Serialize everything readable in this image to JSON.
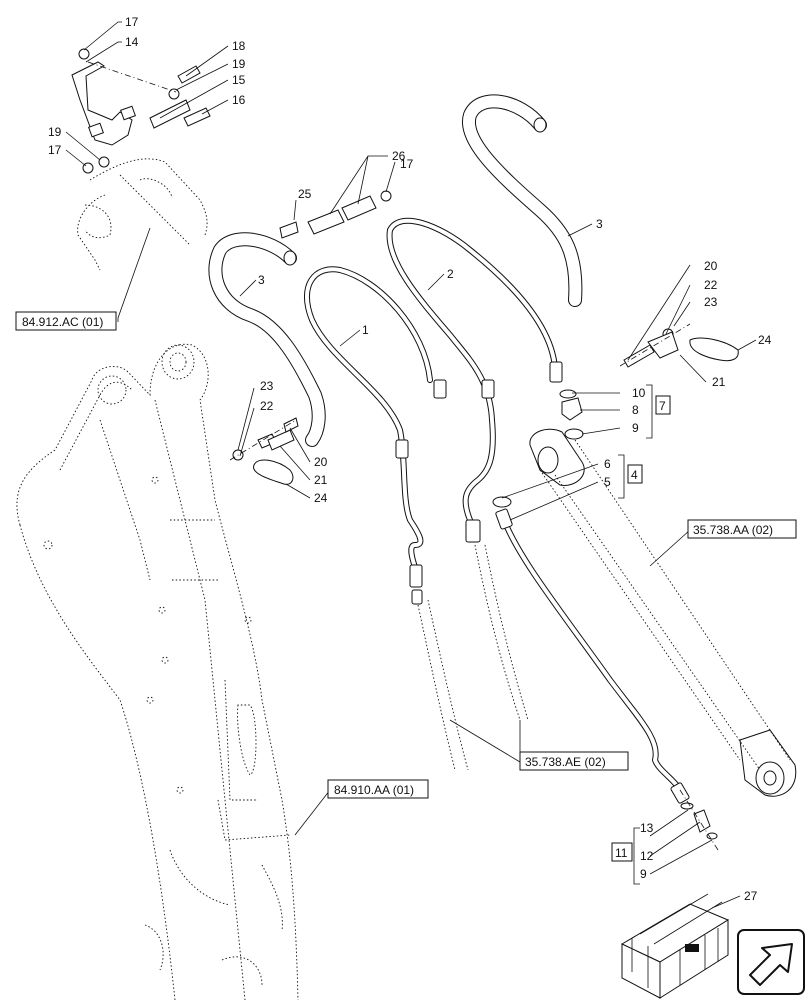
{
  "callouts": {
    "p1": "1",
    "p2": "2",
    "p3a": "3",
    "p3b": "3",
    "p4": "4",
    "p5": "5",
    "p6": "6",
    "p7": "7",
    "p8": "8",
    "p9a": "9",
    "p9b": "9",
    "p10": "10",
    "p11": "11",
    "p12": "12",
    "p13": "13",
    "p14": "14",
    "p15": "15",
    "p16": "16",
    "p17a": "17",
    "p17b": "17",
    "p17c": "17",
    "p18": "18",
    "p19a": "19",
    "p19b": "19",
    "p20a": "20",
    "p20b": "20",
    "p21a": "21",
    "p21b": "21",
    "p22a": "22",
    "p22b": "22",
    "p23a": "23",
    "p23b": "23",
    "p24a": "24",
    "p24b": "24",
    "p25": "25",
    "p26": "26",
    "p27": "27"
  },
  "references": {
    "r1": "84.912.AC (01)",
    "r2": "35.738.AA (02)",
    "r3": "35.738.AE (02)",
    "r4": "84.910.AA (01)"
  },
  "nav_icon": "arrow-icon"
}
